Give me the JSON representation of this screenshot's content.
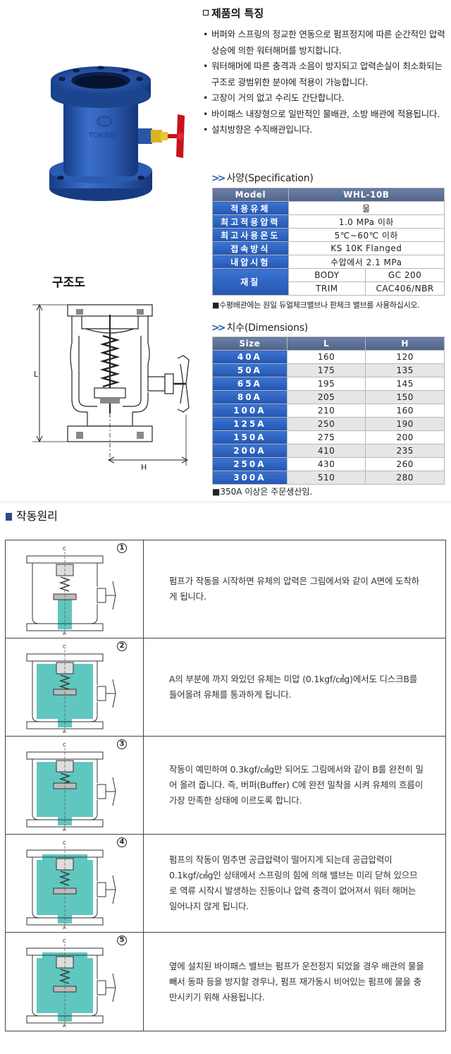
{
  "features": {
    "title": "제품의 특징",
    "items": [
      "버퍼와 스프링의 정교한 연동으로 펌프정지에 따른 순간적인 압력상승에 의한 워터해머를 방지합니다.",
      "워터해머에 따른 충격과 소음이 방지되고 압력손실이 최소화되는 구조로 광범위한 분야에 적용이 가능합니다.",
      "고장이 거의 없고 수리도 간단합니다.",
      "바이패스 내장형으로 일반적인 물배관, 소방 배관에 적용됩니다.",
      "설치방향은 수직배관입니다."
    ]
  },
  "spec": {
    "header": "사양(Specification)",
    "model_label": "Model",
    "model_value": "WHL-10B",
    "rows": [
      {
        "label": "적용유체",
        "value": "물"
      },
      {
        "label": "최고적용압력",
        "value": "1.0 MPa 이하"
      },
      {
        "label": "최고사용온도",
        "value": "5℃~60℃ 이하"
      },
      {
        "label": "접속방식",
        "value": "KS 10K Flanged"
      },
      {
        "label": "내압시험",
        "value": "수압에서 2.1 MPa"
      }
    ],
    "material_label": "재질",
    "materials": [
      {
        "part": "BODY",
        "value": "GC 200"
      },
      {
        "part": "TRIM",
        "value": "CAC406/NBR"
      }
    ],
    "note": "■수평배관에는 원일 듀얼체크밸브나 판체크 밸브를 사용하십시오."
  },
  "dims": {
    "header": "치수(Dimensions)",
    "columns": [
      "Size",
      "L",
      "H"
    ],
    "rows": [
      [
        "40A",
        "160",
        "120"
      ],
      [
        "50A",
        "175",
        "135"
      ],
      [
        "65A",
        "195",
        "145"
      ],
      [
        "80A",
        "205",
        "150"
      ],
      [
        "100A",
        "210",
        "160"
      ],
      [
        "125A",
        "250",
        "190"
      ],
      [
        "150A",
        "275",
        "200"
      ],
      [
        "200A",
        "410",
        "235"
      ],
      [
        "250A",
        "430",
        "260"
      ],
      [
        "300A",
        "510",
        "280"
      ]
    ],
    "note": "■350A 이상은 주문생산임."
  },
  "structure": {
    "title": "구조도",
    "dim_L": "L",
    "dim_H": "H",
    "plate_text": "TOKIEN"
  },
  "operation": {
    "title": "작동원리",
    "steps": [
      {
        "num": "1",
        "text": "펌프가 작동을 시작하면 유체의 압력은 그림에서와 같이 A면에 도착하게 됩니다."
      },
      {
        "num": "2",
        "text": "A의 부분에 까지 와있던 유체는 미압 (0.1kgf/㎠g)에서도 디스크B를 들어올려 유체를 통과하게 됩니다."
      },
      {
        "num": "3",
        "text": "작동이 예민하여 0.3kgf/㎠g만 되어도 그림에서와 같이 B를 완전히 밀어 올려 줍니다. 즉, 버퍼(Buffer) C에 완전 밀착을 시켜 유체의 흐름이 가장 만족한 상태에 이르도록 합니다."
      },
      {
        "num": "4",
        "text": "펌프의 작동이 멈추면 공급압력이 떨어지게 되는데 공급압력이 0.1kgf/㎠g인 상태에서 스프링의 힘에 의해 밸브는 미리 닫혀 있으므로 역류 시작시 발생하는 진동이나 압력 충격이 없어져서 워터 해머는 일어나지 않게 됩니다."
      },
      {
        "num": "5",
        "text": "옆에 설치된 바이패스 밸브는 펌프가 운전정지 되었을 경우 배관의 물을 빼서 동파 등을 방지할 경우나, 펌프 재가동시 비어있는 펌프에 물을 충만시키기 위해 사용됩니다."
      }
    ],
    "diagram_labels": {
      "c": "C",
      "a": "A"
    }
  },
  "colors": {
    "valve_blue": "#2a56a8",
    "handle_red": "#c8141e",
    "fluid": "#5fc7c0",
    "header_blue": "#2456b0"
  }
}
